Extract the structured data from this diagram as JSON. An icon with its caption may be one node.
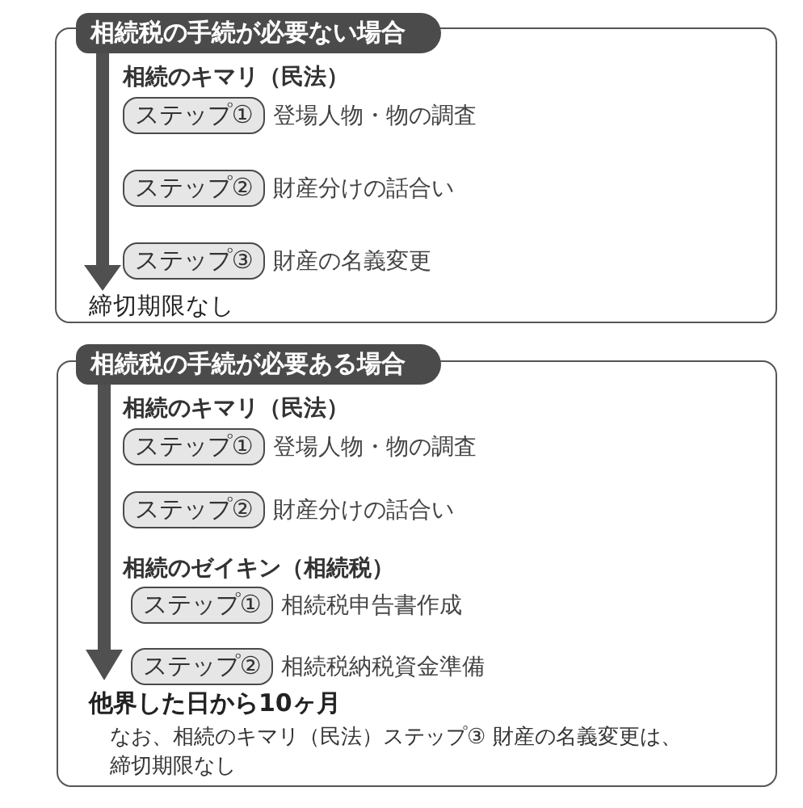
{
  "diagram": {
    "nodes": [
      {
        "text": [
          "相続税の手続が必要ない場合"
        ]
      },
      {
        "text": [
          "ステップ①"
        ],
        "beside": [
          "登場人物・物の調査"
        ],
        "in": 0
      },
      {
        "text": [
          "ステップ②"
        ],
        "beside": [
          "財産分けの話合い"
        ],
        "in": 0
      },
      {
        "text": [
          "ステップ③"
        ],
        "beside": [
          "財産の名義変更"
        ],
        "in": 0
      },
      {
        "text": [
          "相続税の手続が必要ある場合"
        ]
      },
      {
        "text": [
          "ステップ①"
        ],
        "beside": [
          "登場人物・物の調査"
        ],
        "in": 4
      },
      {
        "text": [
          "ステップ②"
        ],
        "beside": [
          "財産分けの話合い"
        ],
        "in": 4
      },
      {
        "text": [
          "ステップ①"
        ],
        "beside": [
          "相続税申告書作成"
        ],
        "in": 4
      },
      {
        "text": [
          "ステップ②"
        ],
        "beside": [
          "相続税納税資金準備"
        ],
        "in": 4
      }
    ],
    "labels": [
      "相続のキマリ（民法）",
      "締切期限なし",
      "相続のキマリ（民法）",
      "相続のゼイキン（相続税）",
      "他界した日から10ヶ月",
      "なお、相続のキマリ（民法）ステップ③ 財産の名義変更は、締切期限なし"
    ]
  }
}
